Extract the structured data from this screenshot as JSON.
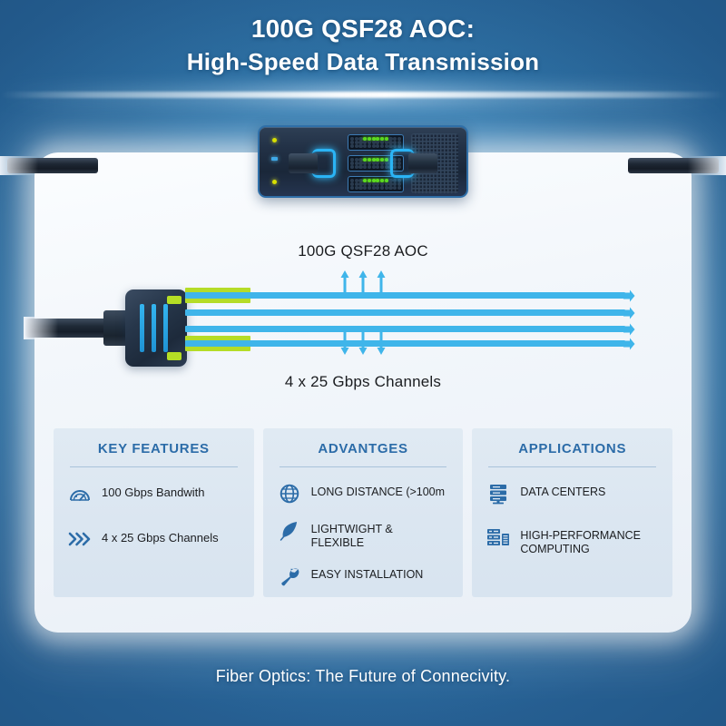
{
  "title": {
    "line1": "100G QSF28 AOC:",
    "line2": "High-Speed Data Transmission"
  },
  "diagram": {
    "top_label": "100G QSF28 AOC",
    "bottom_label": "4 x 25 Gbps Channels",
    "device_name": "network-switch",
    "connector_name": "qsfp28-connector",
    "fiber_channel_count": 4,
    "arrow_up_count": 3,
    "arrow_down_count": 3
  },
  "cards": [
    {
      "title": "KEY FEATURES",
      "items": [
        {
          "icon": "gauge-icon",
          "label": "100 Gbps Bandwith"
        },
        {
          "icon": "chevrons-right-icon",
          "label": "4 x 25 Gbps Channels"
        }
      ]
    },
    {
      "title": "ADVANTGES",
      "items": [
        {
          "icon": "globe-icon",
          "label": "LONG DISTANCE (>100m"
        },
        {
          "icon": "feather-icon",
          "label": "LIGHTWIGHT & FLEXIBLE"
        },
        {
          "icon": "wrench-icon",
          "label": "EASY INSTALLATION"
        }
      ]
    },
    {
      "title": "APPLICATIONS",
      "items": [
        {
          "icon": "server-rack-icon",
          "label": "DATA CENTERS"
        },
        {
          "icon": "server-cluster-icon",
          "label": "HIGH-PERFORMANCE COMPUTING"
        }
      ]
    }
  ],
  "footer": {
    "text": "Fiber Optics: The Future of Connecivity."
  },
  "colors": {
    "background_blue": "#3a82b6",
    "panel_white": "#f3f7fb",
    "accent_cyan": "#3fb5ea",
    "accent_green": "#b5dc27",
    "heading_blue": "#2c6ca8",
    "card_background": "#dbe6f1",
    "device_navy": "#223146",
    "led_green": "#5bd91f",
    "led_yellow": "#d8e000"
  }
}
